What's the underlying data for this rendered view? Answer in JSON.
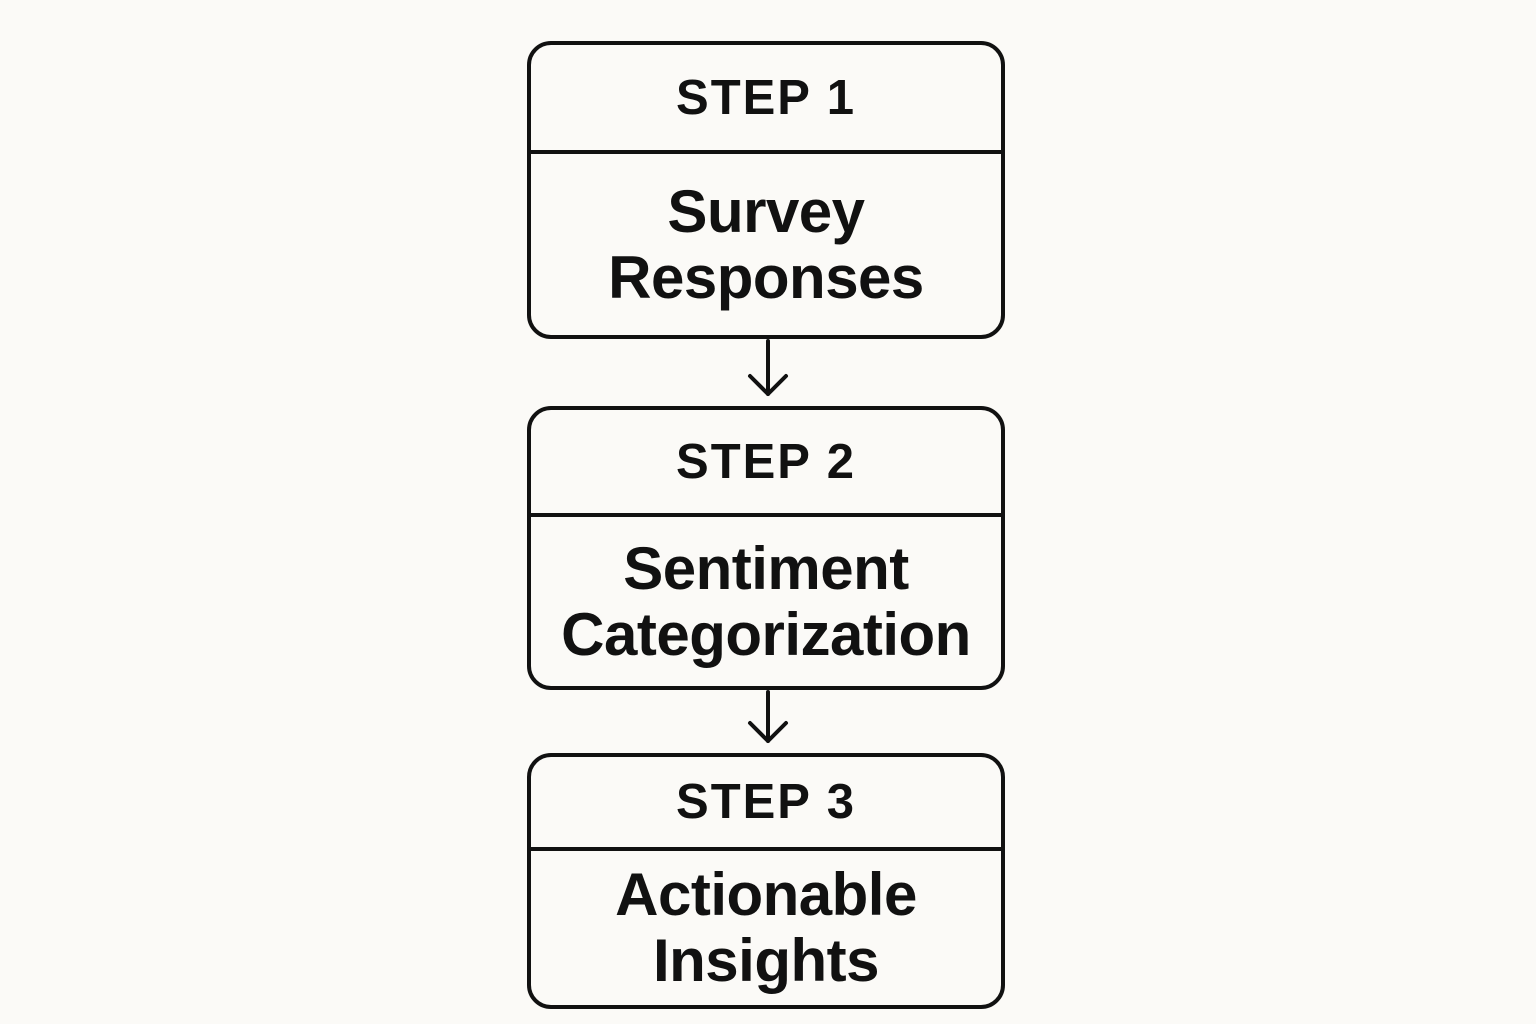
{
  "steps": [
    {
      "label": "STEP 1",
      "title_lines": [
        "Survey",
        "Responses"
      ]
    },
    {
      "label": "STEP 2",
      "title_lines": [
        "Sentiment",
        "Categorization"
      ]
    },
    {
      "label": "STEP 3",
      "title_lines": [
        "Actionable",
        "Insights"
      ]
    }
  ],
  "colors": {
    "background": "#fbfaf7",
    "stroke": "#111111"
  }
}
